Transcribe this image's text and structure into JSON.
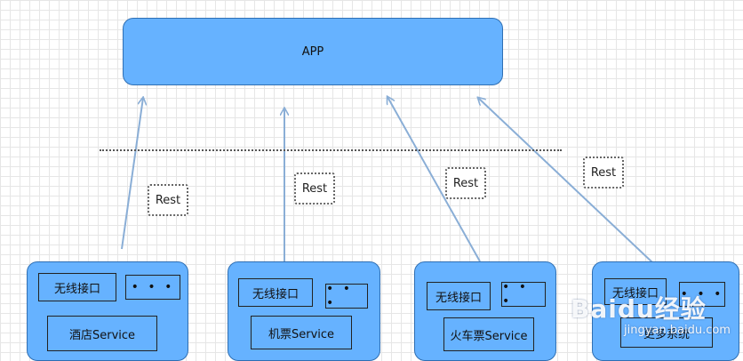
{
  "app": {
    "label": "APP"
  },
  "rest_labels": [
    "Rest",
    "Rest",
    "Rest",
    "Rest"
  ],
  "services": [
    {
      "interface": "无线接口",
      "more": "• • •",
      "service": "酒店Service"
    },
    {
      "interface": "无线接口",
      "more": "• • •",
      "service": "机票Service"
    },
    {
      "interface": "无线接口",
      "more": "• • •",
      "service": "火车票Service"
    },
    {
      "interface": "无线接口",
      "more": "• • •",
      "service": "更多系统"
    }
  ],
  "watermark": {
    "logo": "Baidu经验",
    "url": "jingyan.baidu.com"
  },
  "colors": {
    "box_fill": "#66b2ff",
    "box_border": "#2f6fb3",
    "arrow": "#8aaed6"
  }
}
